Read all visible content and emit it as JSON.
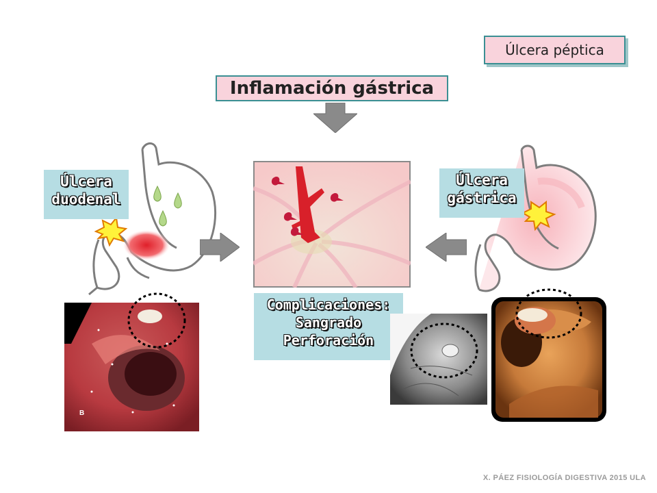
{
  "slide": {
    "badge_label": "Úlcera péptica",
    "title": "Inflamación gástrica",
    "left_label": {
      "line1": "Úlcera",
      "line2": "duodenal"
    },
    "right_label": {
      "line1": "Úlcera",
      "line2": "gástrica"
    },
    "complications": {
      "heading": "Complicaciones:",
      "item1": "Sangrado",
      "item2": "Perforación"
    },
    "endoscopy_panel_letter": "B",
    "footer": "X. PÁEZ  FISIOLOGÍA DIGESTIVA 2015 ULA"
  },
  "icons": [
    "arrow-down-icon",
    "arrow-right-icon",
    "arrow-left-icon",
    "stomach-icon",
    "ulcer-flash-icon",
    "acid-drop-icon"
  ]
}
